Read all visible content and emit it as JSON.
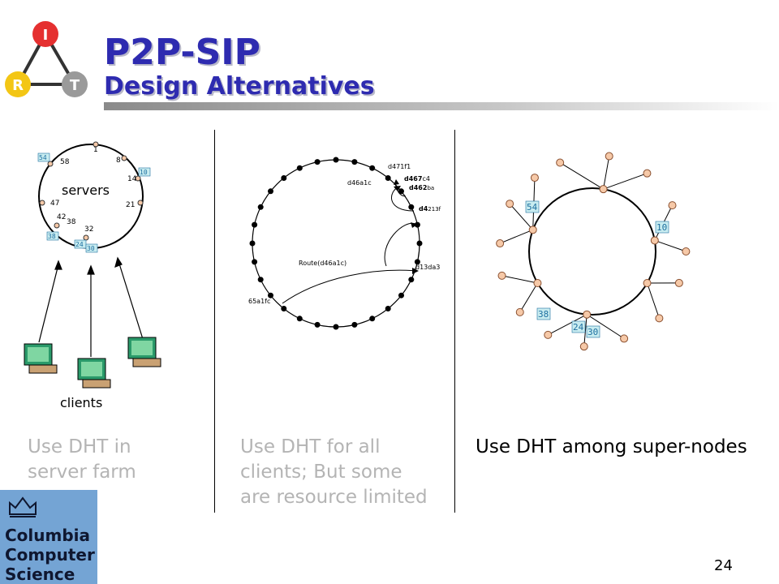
{
  "title": {
    "main": "P2P-SIP",
    "sub": "Design Alternatives"
  },
  "irt_logo": {
    "top": "I",
    "left": "R",
    "right": "T"
  },
  "panel_left": {
    "ring_numbers": [
      "1",
      "8",
      "14",
      "21",
      "32",
      "38",
      "42",
      "47",
      "58"
    ],
    "boxed_numbers": [
      "54",
      "10",
      "38",
      "24",
      "30"
    ],
    "ring_label": "servers",
    "clients_label": "clients",
    "caption_lines": [
      "Use DHT in",
      "server farm"
    ]
  },
  "panel_middle": {
    "labels": {
      "n1": "d471f1",
      "n2": "d46a1c",
      "n3a": "d467",
      "n3b": "c4",
      "n4a": "d462",
      "n4b": "ba",
      "n5a": "d4",
      "n5b": "213f",
      "n6": "d13da3",
      "n7": "65a1fc",
      "route": "Route(d46a1c)"
    },
    "caption_lines": [
      "Use DHT for all",
      "clients; But some",
      "are resource limited"
    ]
  },
  "panel_right": {
    "boxed_numbers": [
      "54",
      "10",
      "38",
      "24",
      "30"
    ],
    "caption_lines": [
      "Use DHT among super-nodes"
    ]
  },
  "logo": {
    "line1": "Columbia",
    "line2": "Computer",
    "line3": "Science"
  },
  "page_number": "24",
  "colors": {
    "title": "#2e2bb0",
    "caption_grey": "#b4b4b4",
    "logo_bg": "#74a4d4",
    "irt_red": "#e53030",
    "irt_yellow": "#f3c615",
    "irt_grey": "#9a9a9a",
    "box_fill": "#c8ecf0",
    "box_text": "#1e6fa0",
    "node_peach": "#f6c9a8"
  }
}
